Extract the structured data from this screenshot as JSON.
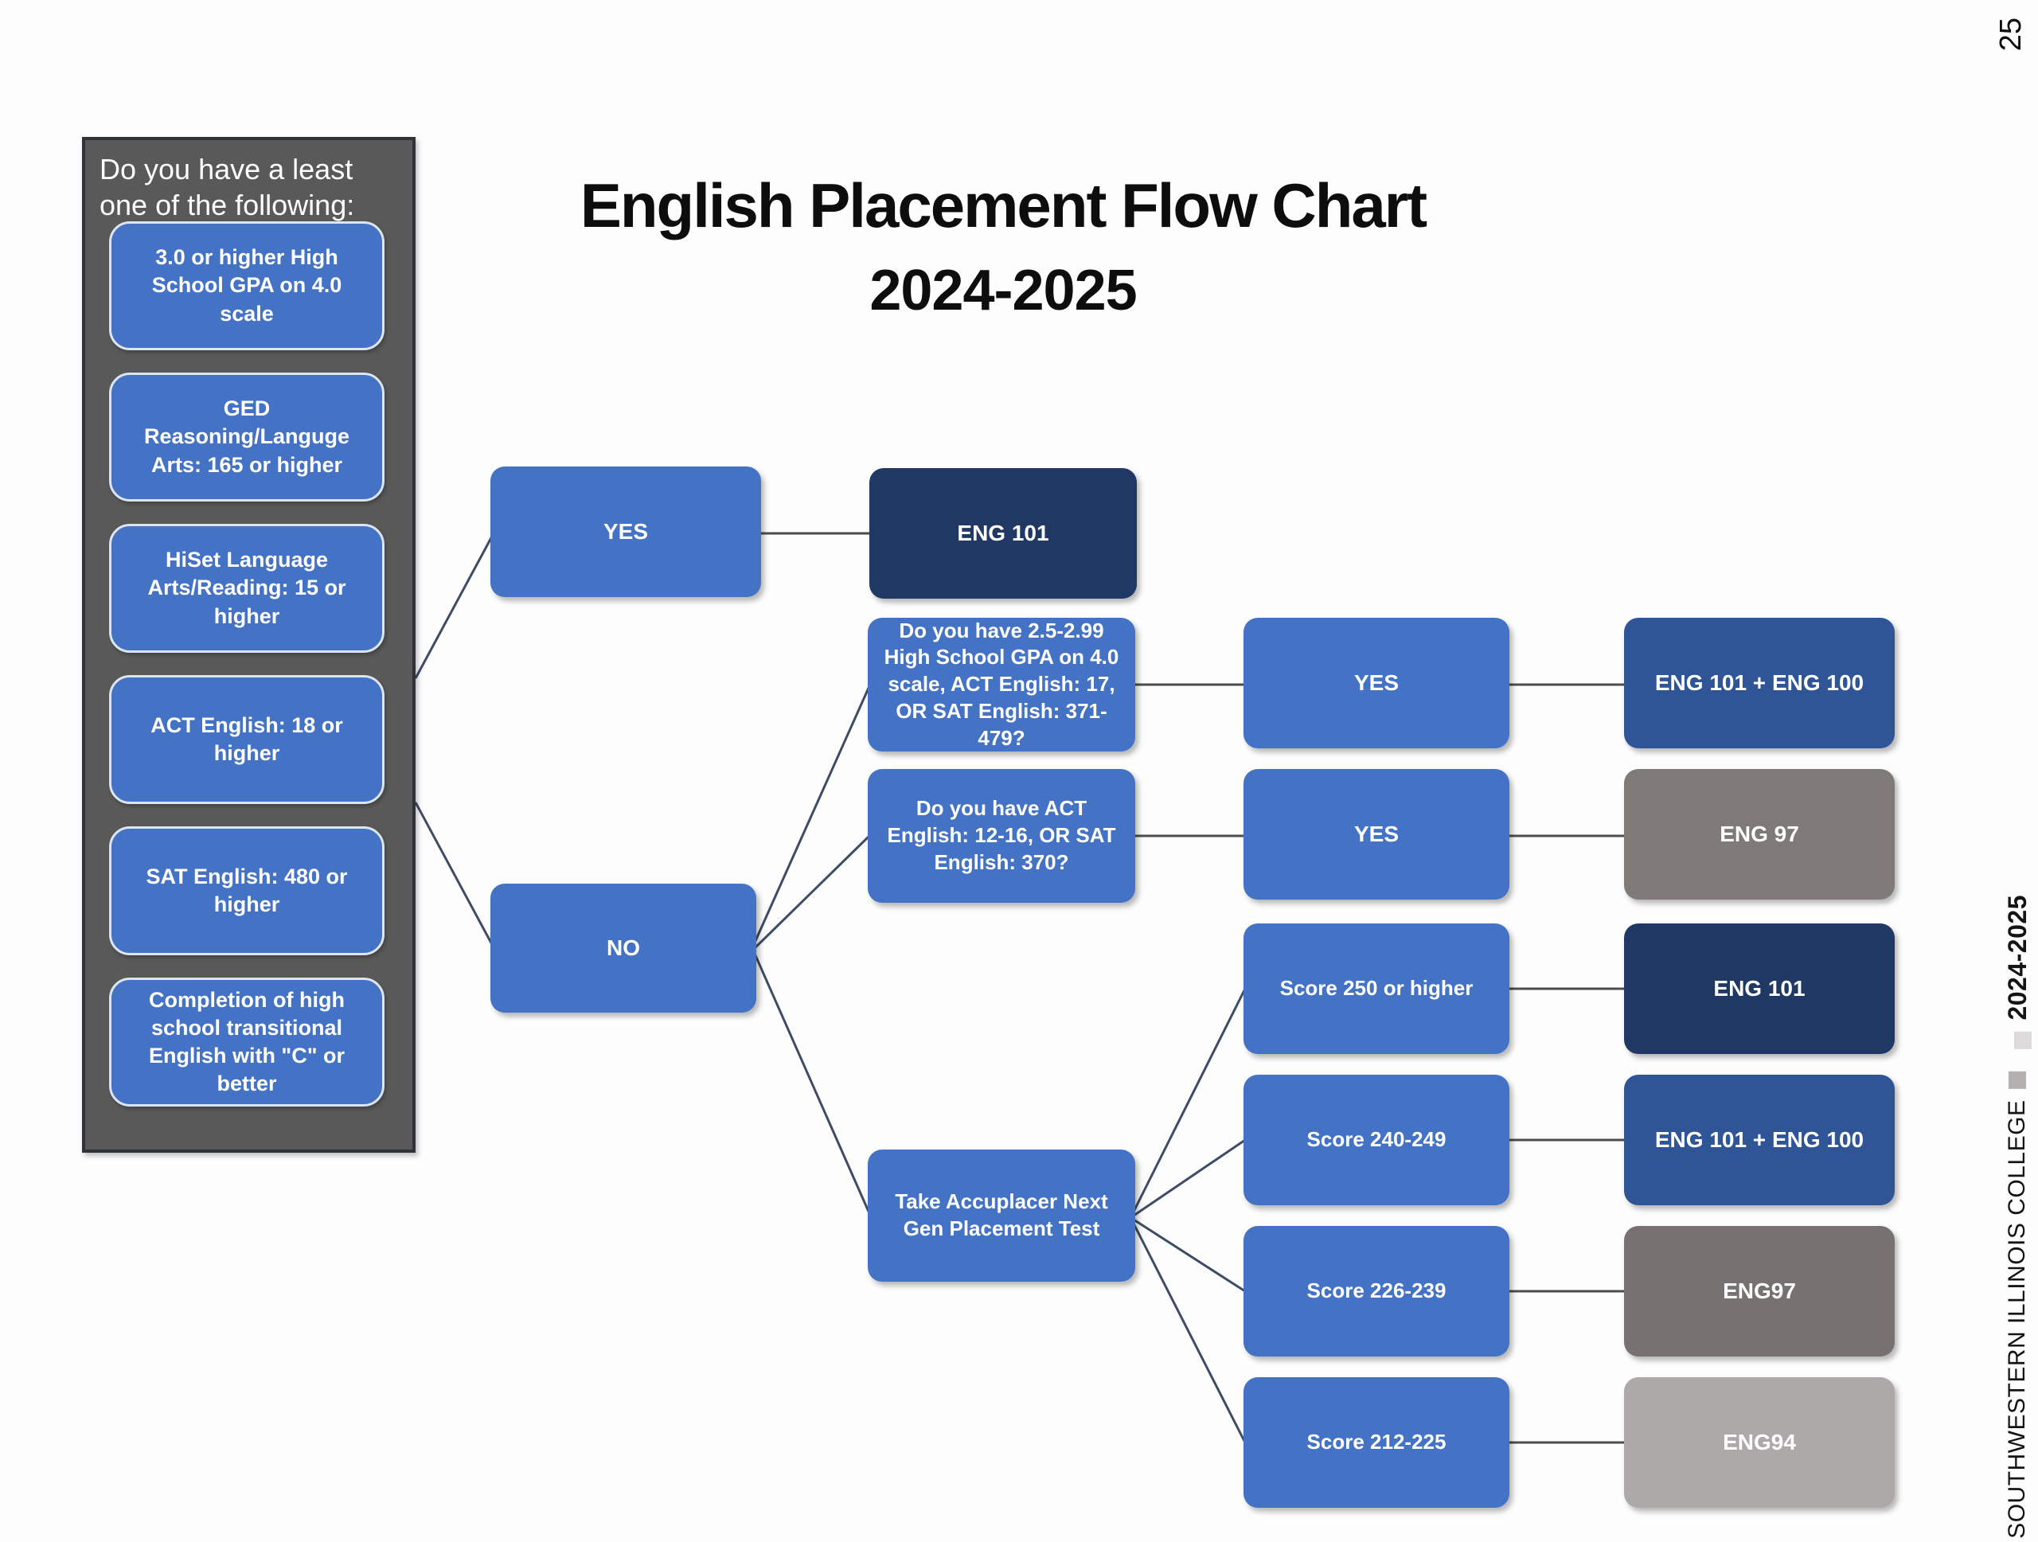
{
  "page": {
    "number": "25"
  },
  "title": {
    "line1": "English Placement Flow Chart",
    "line2": "2024-2025"
  },
  "sidebar": {
    "header": "Do you have a least one of the following:",
    "items": [
      {
        "label": "3.0 or higher High School GPA on 4.0 scale"
      },
      {
        "label": "GED Reasoning/Languge Arts: 165 or higher"
      },
      {
        "label": "HiSet Language Arts/Reading: 15 or higher"
      },
      {
        "label": "ACT English: 18 or higher"
      },
      {
        "label": "SAT English: 480 or higher"
      },
      {
        "label": "Completion of high school transitional English with \"C\" or better"
      }
    ]
  },
  "flow": {
    "nodes": [
      {
        "id": "yes-top",
        "label": "YES"
      },
      {
        "id": "eng101-top",
        "label": "ENG 101"
      },
      {
        "id": "q-gpa",
        "label": "Do you have 2.5-2.99 High School GPA on 4.0 scale, ACT English: 17, OR SAT English: 371-479?"
      },
      {
        "id": "q-act",
        "label": "Do you have ACT English: 12-16, OR SAT English: 370?"
      },
      {
        "id": "no",
        "label": "NO"
      },
      {
        "id": "accuplacer",
        "label": "Take Accuplacer Next Gen Placement Test"
      },
      {
        "id": "yes-1",
        "label": "YES"
      },
      {
        "id": "yes-2",
        "label": "YES"
      },
      {
        "id": "score-250",
        "label": "Score 250 or higher"
      },
      {
        "id": "score-240",
        "label": "Score 240-249"
      },
      {
        "id": "score-226",
        "label": "Score 226-239"
      },
      {
        "id": "score-212",
        "label": "Score 212-225"
      },
      {
        "id": "out-1",
        "label": "ENG 101 + ENG 100"
      },
      {
        "id": "out-2",
        "label": "ENG 97"
      },
      {
        "id": "out-3",
        "label": "ENG 101"
      },
      {
        "id": "out-4",
        "label": "ENG 101 + ENG 100"
      },
      {
        "id": "out-5",
        "label": "ENG97"
      },
      {
        "id": "out-6",
        "label": "ENG94"
      }
    ]
  },
  "rail": {
    "college": "SOUTHWESTERN ILLINOIS COLLEGE",
    "year": "2024-2025"
  },
  "colors": {
    "accent_blue": "#4472C4",
    "mid_blue": "#2F5597",
    "navy": "#1F3864",
    "gray": "#7F7A78",
    "dark_gray": "#777271",
    "light_gray": "#ACA9A8",
    "sidebar_bg": "#595959"
  }
}
